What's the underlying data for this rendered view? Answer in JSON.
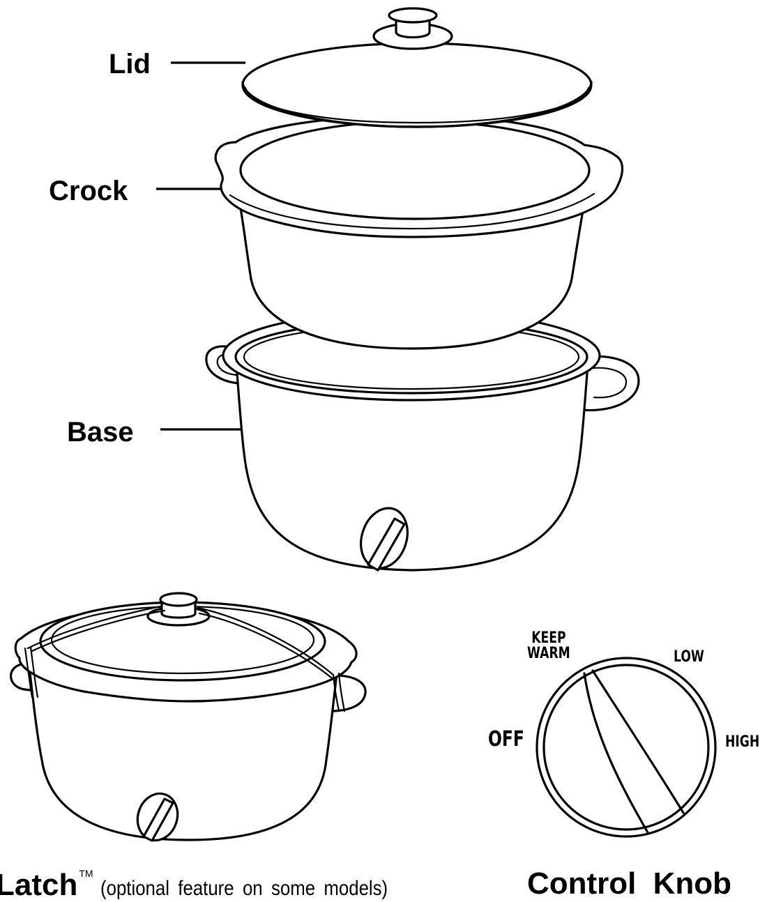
{
  "labels": {
    "lid": "Lid",
    "crock": "Crock",
    "base": "Base"
  },
  "knob_settings": {
    "keep": "KEEP",
    "warm": "WARM",
    "low": "LOW",
    "off": "OFF",
    "high": "HIGH"
  },
  "captions": {
    "latch_title": "Latch",
    "latch_tm": "TM",
    "latch_note": "(optional feature on some models)",
    "control_knob": "Control Knob"
  }
}
